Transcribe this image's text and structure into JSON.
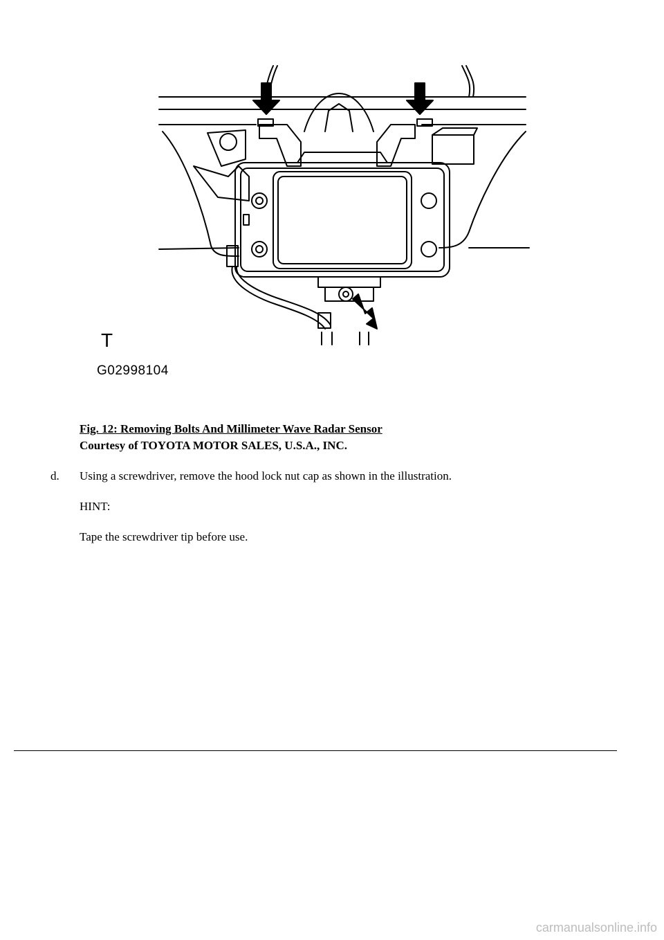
{
  "figure": {
    "code_letter": "T",
    "code_number": "G02998104"
  },
  "caption": {
    "title": "Fig. 12: Removing Bolts And Millimeter Wave Radar Sensor",
    "courtesy": "Courtesy of TOYOTA MOTOR SALES, U.S.A., INC."
  },
  "step": {
    "marker": "d.",
    "text": "Using a screwdriver, remove the hood lock nut cap as shown in the illustration.",
    "hint_label": "HINT:",
    "hint_text": "Tape the screwdriver tip before use."
  },
  "watermark": "carmanualsonline.info"
}
